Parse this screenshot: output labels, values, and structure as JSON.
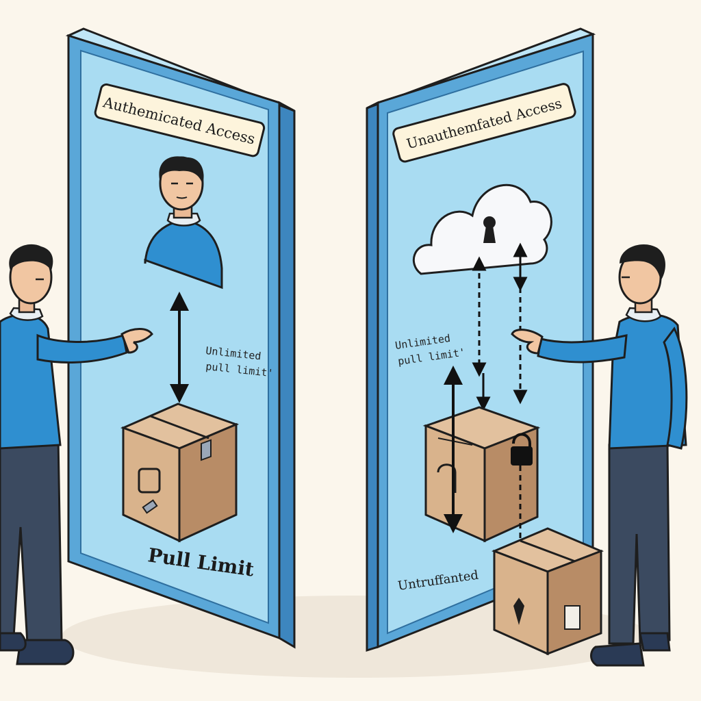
{
  "scene": {
    "left_panel": {
      "title": "Authemicated Access",
      "arrow_caption_line1": "Unlimited",
      "arrow_caption_line2": "pull limit'",
      "bottom_caption": "Pull Limit"
    },
    "right_panel": {
      "title": "Unauthemfated Access",
      "arrow_caption_line1": "Unlimited",
      "arrow_caption_line2": "pull limit'",
      "bottom_caption": "Untruffanted"
    },
    "colors": {
      "background": "#fbf6ec",
      "panel_fill": "#a9dcf2",
      "panel_border": "#5aa7d8",
      "panel_edge": "#3d86bf",
      "label_fill": "#fdf4dc",
      "sweater": "#2f8fd0",
      "pants": "#3b4a60",
      "box": "#d9b38c",
      "box_dark": "#b88c66",
      "tape": "#9aa7b8",
      "outline": "#1e1e1e"
    }
  }
}
